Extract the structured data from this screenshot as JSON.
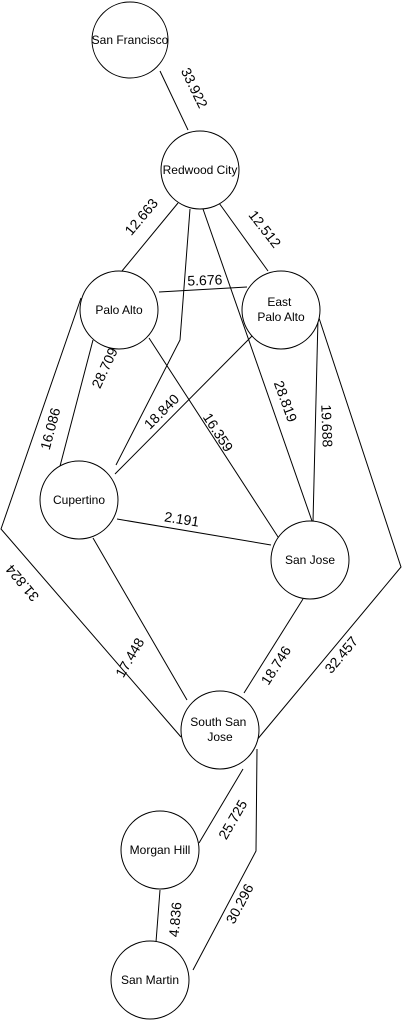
{
  "graph": {
    "nodes": {
      "san_francisco": {
        "label": [
          "San Francisco"
        ]
      },
      "redwood_city": {
        "label": [
          "Redwood City"
        ]
      },
      "palo_alto": {
        "label": [
          "Palo Alto"
        ]
      },
      "east_palo_alto": {
        "label": [
          "East",
          "Palo Alto"
        ]
      },
      "cupertino": {
        "label": [
          "Cupertino"
        ]
      },
      "san_jose": {
        "label": [
          "San Jose"
        ]
      },
      "south_san_jose": {
        "label": [
          "South San",
          "Jose"
        ]
      },
      "morgan_hill": {
        "label": [
          "Morgan Hill"
        ]
      },
      "san_martin": {
        "label": [
          "San Martin"
        ]
      }
    },
    "edges": {
      "sf_rwc": {
        "from": "San Francisco",
        "to": "Redwood City",
        "weight": "33.922"
      },
      "rwc_pa": {
        "from": "Redwood City",
        "to": "Palo Alto",
        "weight": "12.663"
      },
      "rwc_epa": {
        "from": "Redwood City",
        "to": "East Palo Alto",
        "weight": "12.512"
      },
      "pa_epa": {
        "from": "Palo Alto",
        "to": "East Palo Alto",
        "weight": "5.676"
      },
      "rwc_cup": {
        "from": "Redwood City",
        "to": "Cupertino",
        "weight": "28.709"
      },
      "rwc_sj": {
        "from": "Redwood City",
        "to": "San Jose",
        "weight": "28.819"
      },
      "pa_cup": {
        "from": "Palo Alto",
        "to": "Cupertino",
        "weight": "16.086"
      },
      "pa_sj": {
        "from": "Palo Alto",
        "to": "San Jose",
        "weight": "16.359"
      },
      "epa_cup": {
        "from": "East Palo Alto",
        "to": "Cupertino",
        "weight": "18.840"
      },
      "epa_sj": {
        "from": "East Palo Alto",
        "to": "San Jose",
        "weight": "19.688"
      },
      "cup_sj": {
        "from": "Cupertino",
        "to": "San Jose",
        "weight": "2.191"
      },
      "pa_ssj": {
        "from": "Palo Alto",
        "to": "South San Jose",
        "weight": "31.824"
      },
      "cup_ssj": {
        "from": "Cupertino",
        "to": "South San Jose",
        "weight": "17.448"
      },
      "sj_ssj": {
        "from": "San Jose",
        "to": "South San Jose",
        "weight": "18.746"
      },
      "epa_ssj": {
        "from": "East Palo Alto",
        "to": "South San Jose",
        "weight": "32.457"
      },
      "ssj_mh": {
        "from": "South San Jose",
        "to": "Morgan Hill",
        "weight": "25.725"
      },
      "ssj_sm": {
        "from": "South San Jose",
        "to": "San Martin",
        "weight": "30.296"
      },
      "mh_sm": {
        "from": "Morgan Hill",
        "to": "San Martin",
        "weight": "4.836"
      }
    }
  }
}
